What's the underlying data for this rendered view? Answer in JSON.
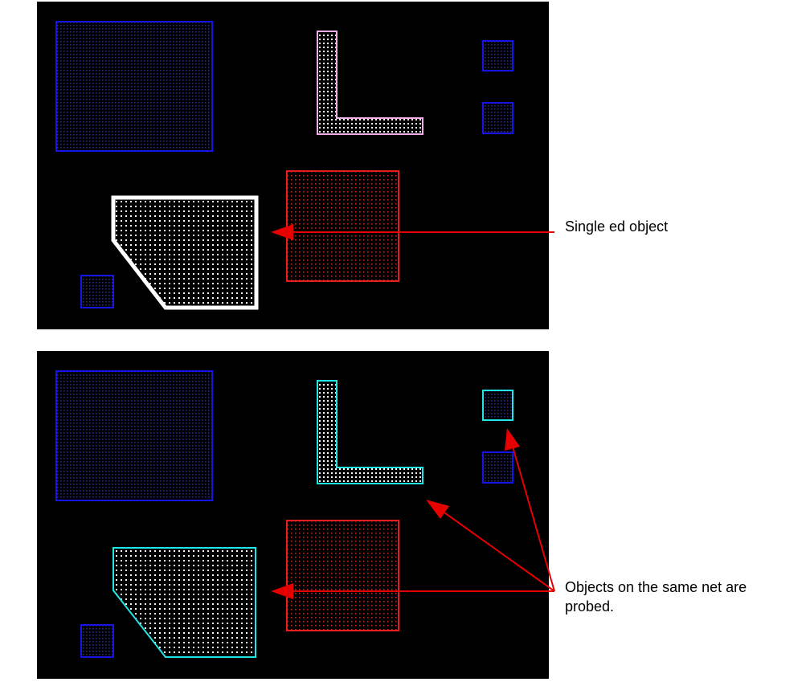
{
  "colors": {
    "background": "#000000",
    "blue_shape": "#1414e6",
    "red_shape": "#e61e1e",
    "pink_path": "#f0aee6",
    "selected_outline": "#ffffff",
    "probed_outline": "#22e6e6",
    "arrow": "#e60000",
    "dots": "#ffffff"
  },
  "annotations": {
    "single_selected_caption": "Single ed object",
    "probed_caption_line1": "Objects on the same net are",
    "probed_caption_line2": "probed."
  }
}
